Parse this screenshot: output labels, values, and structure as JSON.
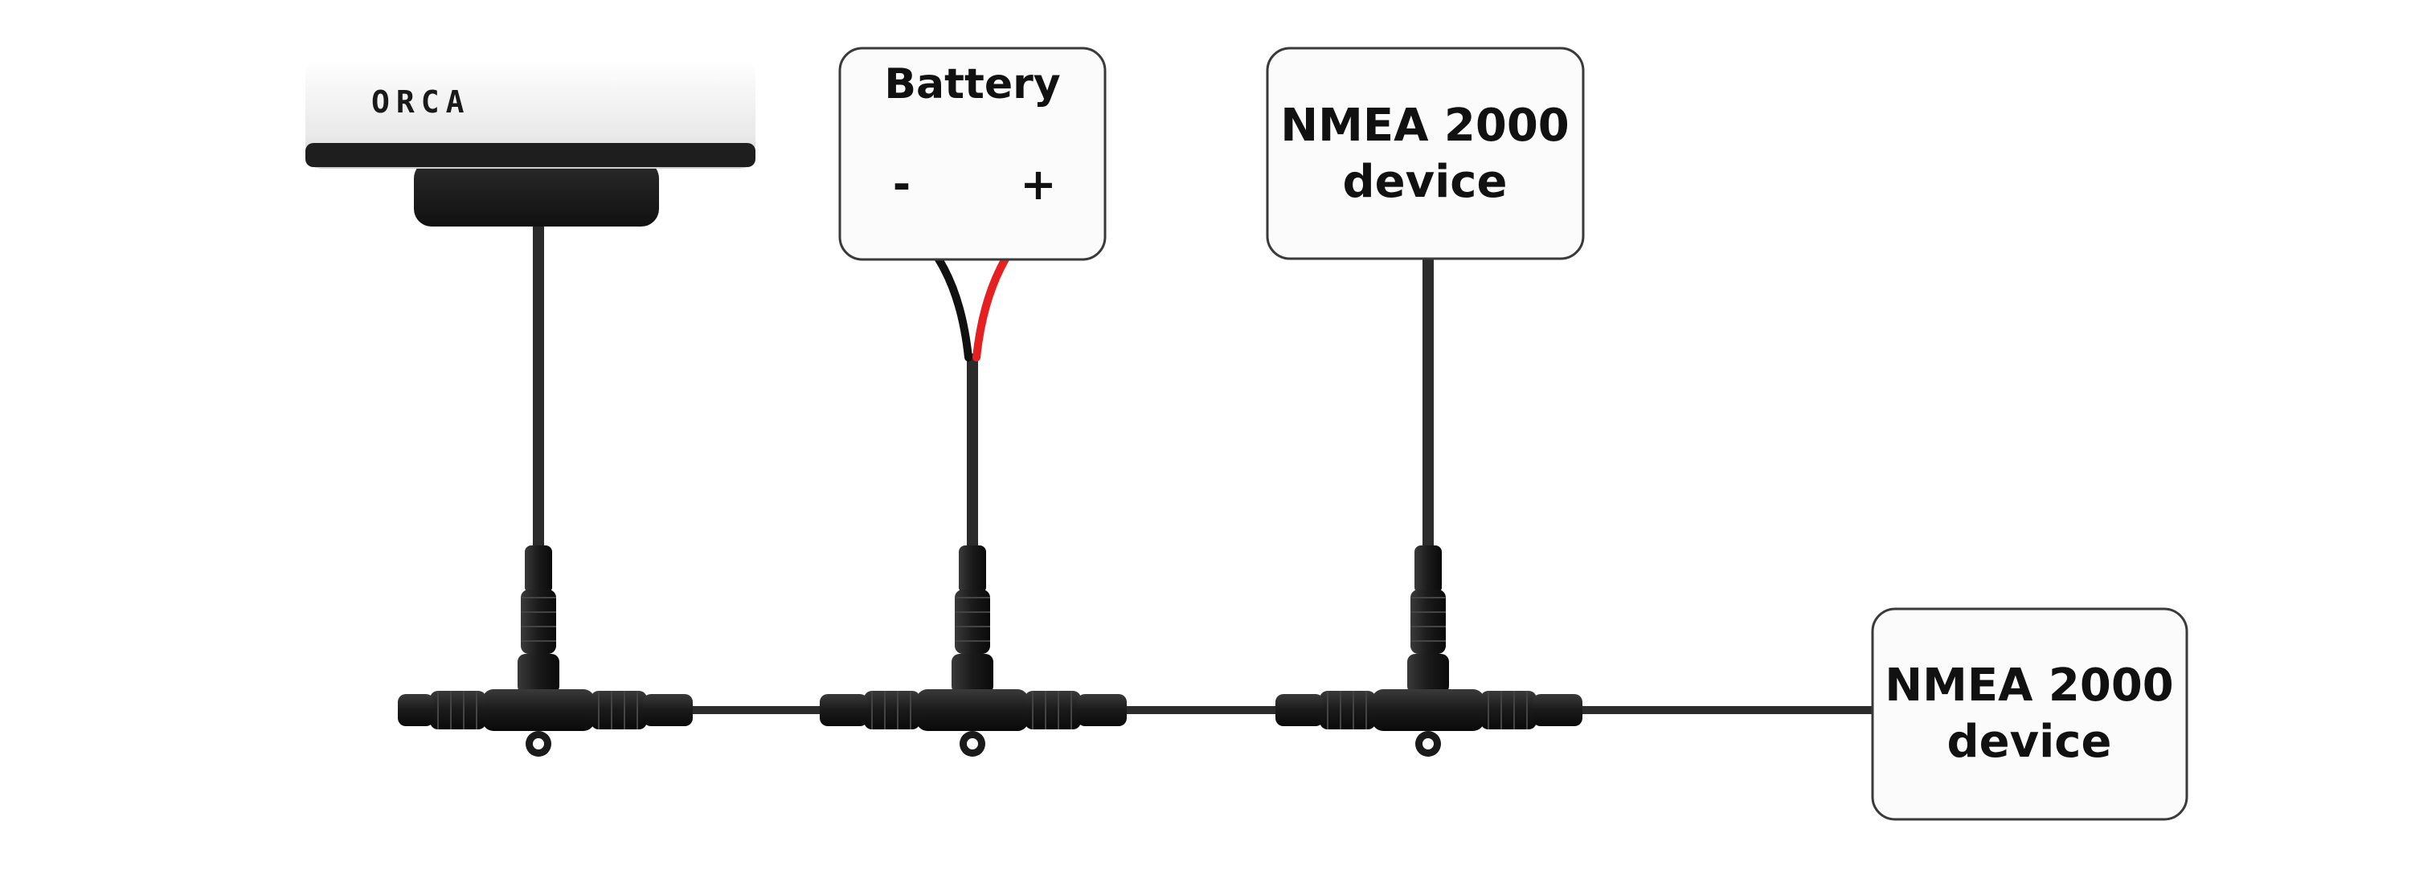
{
  "diagram": {
    "orca_device": {
      "brand": "ORCA"
    },
    "battery": {
      "title": "Battery",
      "negative": "-",
      "positive": "+"
    },
    "device_top": {
      "line1": "NMEA 2000",
      "line2": "device"
    },
    "device_right": {
      "line1": "NMEA 2000",
      "line2": "device"
    }
  },
  "colors": {
    "cable": "#2b2b2b",
    "negative_wire": "#111111",
    "positive_wire": "#e62020",
    "box_border": "#3a3a3a",
    "box_fill": "#fbfbfb"
  }
}
